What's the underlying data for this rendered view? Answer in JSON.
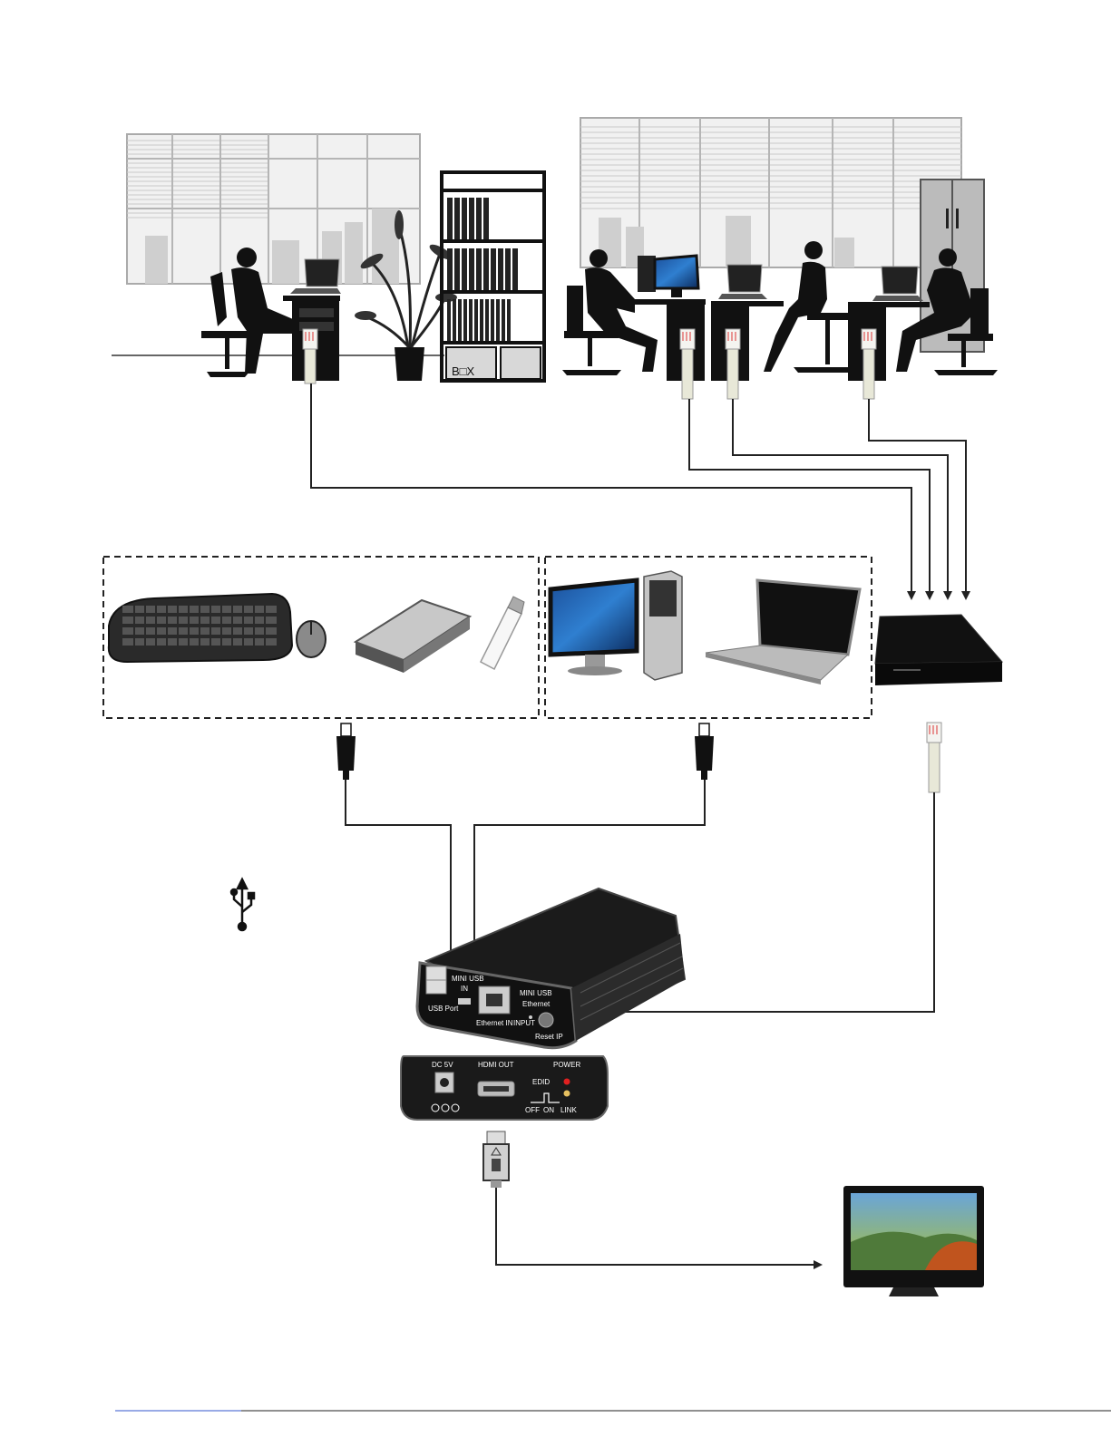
{
  "office": {
    "box_label": "B□X"
  },
  "receiver": {
    "front_labels": {
      "usb_port": "USB Port",
      "mini_usb_in": "MINI USB",
      "mini_usb_in_2": "IN",
      "ethernet_in": "Ethernet IN",
      "mini_usb_ethernet": "MINI USB",
      "mini_usb_ethernet_2": "Ethernet",
      "input": "INPUT",
      "reset_ip": "Reset IP"
    },
    "back_labels": {
      "dc_5v": "DC 5V",
      "hdmi_out": "HDMI OUT",
      "power": "POWER",
      "edid": "EDID",
      "off": "OFF",
      "on": "ON",
      "link": "LINK"
    }
  },
  "colors": {
    "cable": "#222222",
    "rj45": "#e8e8d8",
    "device": "#1a1a1a"
  }
}
